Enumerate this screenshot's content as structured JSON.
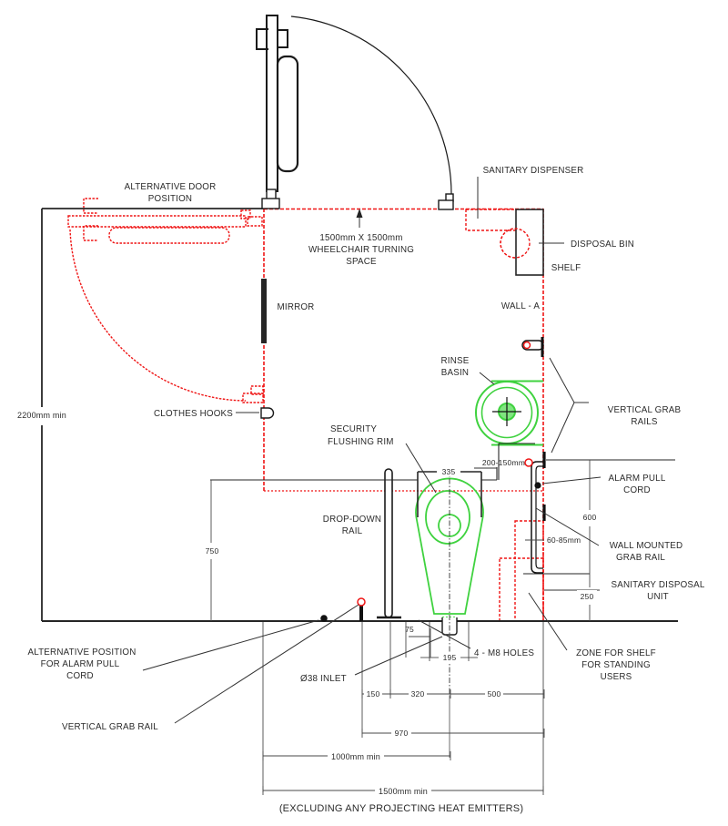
{
  "figure": {
    "type": "technical-drawing",
    "subject": "Accessible unisex WC room plan with fittings and dimensions",
    "colors": {
      "line_black": "#262626",
      "line_red": "#ef1515",
      "line_green": "#3fd23f",
      "dim_gray": "#4a4a4a"
    }
  },
  "labels": {
    "alt_door_1": "ALTERNATIVE DOOR",
    "alt_door_2": "POSITION",
    "sanitary_dispenser": "SANITARY DISPENSER",
    "turning_1": "1500mm X 1500mm",
    "turning_2": "WHEELCHAIR TURNING",
    "turning_3": "SPACE",
    "disposal_bin": "DISPOSAL BIN",
    "shelf": "SHELF",
    "mirror": "MIRROR",
    "wall_a": "WALL - A",
    "rinse_1": "RINSE",
    "rinse_2": "BASIN",
    "vgr_1": "VERTICAL GRAB",
    "vgr_2": "RAILS",
    "clothes_hooks": "CLOTHES HOOKS",
    "security_1": "SECURITY",
    "security_2": "FLUSHING RIM",
    "alarm_1": "ALARM PULL",
    "alarm_2": "CORD",
    "dropdown_1": "DROP-DOWN",
    "dropdown_2": "RAIL",
    "wmgr_1": "WALL MOUNTED",
    "wmgr_2": "GRAB RAIL",
    "sdu_1": "SANITARY DISPOSAL",
    "sdu_2": "UNIT",
    "altpos_1": "ALTERNATIVE POSITION",
    "altpos_2": "FOR ALARM PULL",
    "altpos_3": "CORD",
    "m8_holes": "4 - M8 HOLES",
    "zone_1": "ZONE FOR SHELF",
    "zone_2": "FOR STANDING",
    "zone_3": "USERS",
    "inlet": "Ø38 INLET",
    "vgr_single": "VERTICAL GRAB RAIL",
    "footer": "(EXCLUDING ANY PROJECTING HEAT EMITTERS)"
  },
  "dims": {
    "d2200": "2200mm min",
    "d335": "335",
    "d200_150": "200-150mm",
    "d600": "600",
    "d60_85": "60-85mm",
    "d750": "750",
    "d250": "250",
    "d75": "75",
    "d195": "195",
    "d150": "150",
    "d320": "320",
    "d500": "500",
    "d970": "970",
    "d1000": "1000mm min",
    "d1500": "1500mm min"
  }
}
